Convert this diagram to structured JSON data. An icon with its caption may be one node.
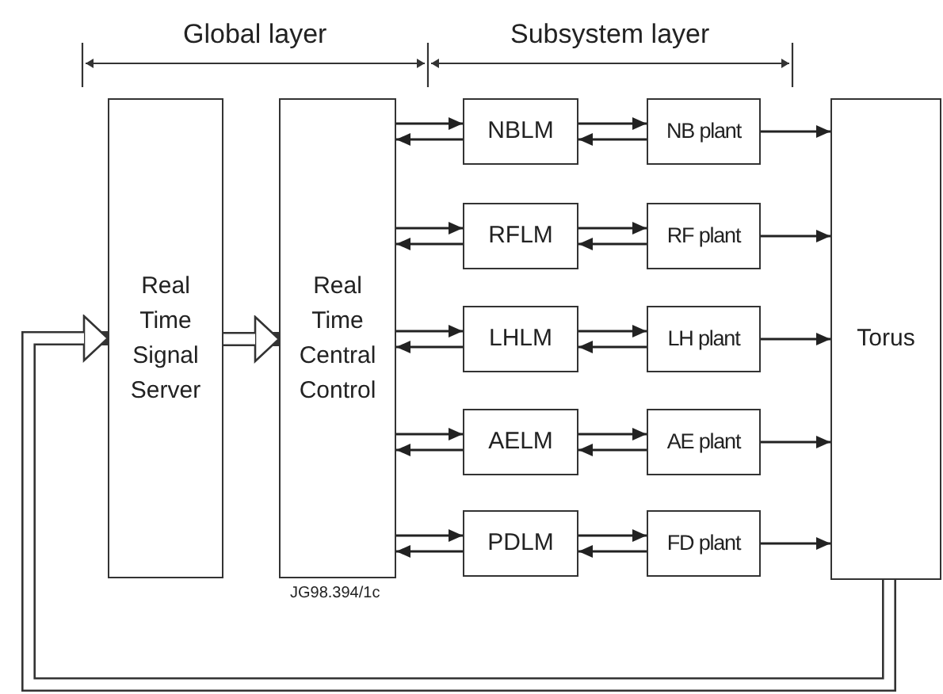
{
  "diagram": {
    "nodes": [
      {
        "text": [
          "Real Time Signal Server"
        ]
      },
      {
        "text": [
          "Real Time Central Control"
        ]
      },
      {
        "text": [
          "NBLM"
        ]
      },
      {
        "text": [
          "NB plant"
        ]
      },
      {
        "text": [
          "RFLM"
        ]
      },
      {
        "text": [
          "RF plant"
        ]
      },
      {
        "text": [
          "LHLM"
        ]
      },
      {
        "text": [
          "LH plant"
        ]
      },
      {
        "text": [
          "AELM"
        ]
      },
      {
        "text": [
          "AE plant"
        ]
      },
      {
        "text": [
          "PDLM"
        ]
      },
      {
        "text": [
          "FD plant"
        ]
      },
      {
        "text": [
          "Torus"
        ]
      }
    ],
    "edges": [
      {
        "from": 0,
        "to": 1,
        "arrow": "to",
        "style": "thick"
      },
      {
        "from": 1,
        "to": 2,
        "arrow": "to"
      },
      {
        "from": 2,
        "to": 1,
        "arrow": "to"
      },
      {
        "from": 2,
        "to": 3,
        "arrow": "to"
      },
      {
        "from": 3,
        "to": 2,
        "arrow": "to"
      },
      {
        "from": 3,
        "to": 12,
        "arrow": "to"
      },
      {
        "from": 1,
        "to": 4,
        "arrow": "to"
      },
      {
        "from": 4,
        "to": 1,
        "arrow": "to"
      },
      {
        "from": 4,
        "to": 5,
        "arrow": "to"
      },
      {
        "from": 5,
        "to": 4,
        "arrow": "to"
      },
      {
        "from": 5,
        "to": 12,
        "arrow": "to"
      },
      {
        "from": 1,
        "to": 6,
        "arrow": "to"
      },
      {
        "from": 6,
        "to": 1,
        "arrow": "to"
      },
      {
        "from": 6,
        "to": 7,
        "arrow": "to"
      },
      {
        "from": 7,
        "to": 6,
        "arrow": "to"
      },
      {
        "from": 7,
        "to": 12,
        "arrow": "to"
      },
      {
        "from": 1,
        "to": 8,
        "arrow": "to"
      },
      {
        "from": 8,
        "to": 1,
        "arrow": "to"
      },
      {
        "from": 8,
        "to": 9,
        "arrow": "to"
      },
      {
        "from": 9,
        "to": 8,
        "arrow": "to"
      },
      {
        "from": 9,
        "to": 12,
        "arrow": "to"
      },
      {
        "from": 1,
        "to": 10,
        "arrow": "to"
      },
      {
        "from": 10,
        "to": 1,
        "arrow": "to"
      },
      {
        "from": 10,
        "to": 11,
        "arrow": "to"
      },
      {
        "from": 11,
        "to": 10,
        "arrow": "to"
      },
      {
        "from": 11,
        "to": 12,
        "arrow": "to"
      },
      {
        "from": 12,
        "to": 0,
        "arrow": "to",
        "style": "thick"
      }
    ],
    "labels": [
      "Global layer",
      "Subsystem layer",
      "JG98.394/1c"
    ]
  }
}
